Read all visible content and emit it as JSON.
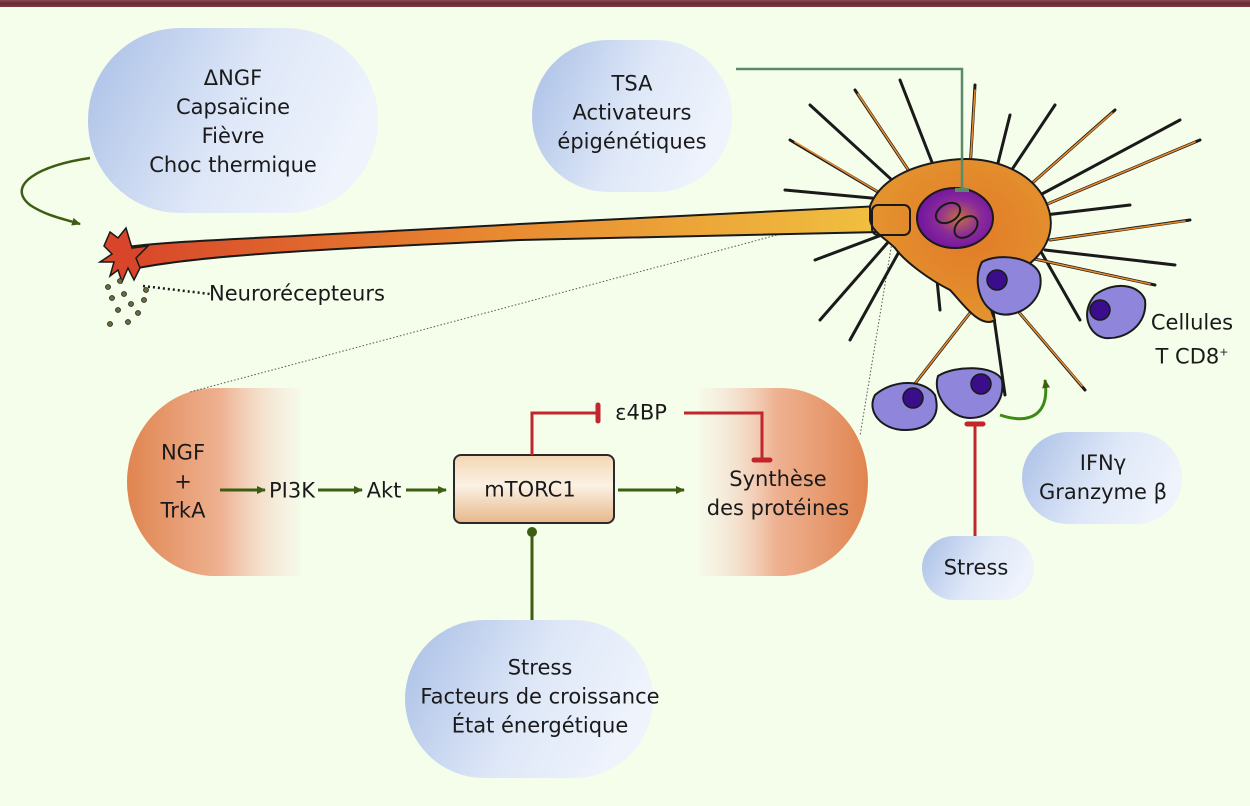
{
  "figure": {
    "description": "Neuron / T CD8+ cell interaction and mTORC1 pathway diagram",
    "colors": {
      "header_bar": "#6a2a35",
      "background": "#f5fdeb",
      "blue_bubble": "#b8cceb",
      "orange_bubble": "#e08a55",
      "activation_arrow": "#3d5e12",
      "inhibition_arrow": "#c0262b",
      "tsa_line": "#5a8a6a",
      "neuron_body": "#e6892a",
      "tcell": "#8f86dc",
      "tcell_nucleus": "#3a0d8a"
    }
  },
  "bubbles": {
    "stimuli": {
      "lines": [
        "ΔNGF",
        "Capsaïcine",
        "Fièvre",
        "Choc thermique"
      ]
    },
    "epigenetic": {
      "lines": [
        "TSA",
        "Activateurs",
        "épigénétiques"
      ]
    },
    "ngf_trka": {
      "lines": [
        "NGF",
        "+",
        "TrkA"
      ]
    },
    "protein_synthesis": {
      "lines": [
        "Synthèse",
        "des protéines"
      ]
    },
    "upstream_signals": {
      "lines": [
        "Stress",
        "Facteurs de croissance",
        "État énergétique"
      ]
    },
    "cytokines": {
      "lines": [
        "IFNγ",
        "Granzyme β"
      ]
    },
    "stress": {
      "lines": [
        "Stress"
      ]
    }
  },
  "pathway": {
    "nodes": [
      "PI3K",
      "Akt",
      "mTORC1",
      "ε4BP"
    ],
    "mtorc1_label": "mTORC1",
    "e4bp_label": "ε4BP",
    "pi3k_label": "PI3K",
    "akt_label": "Akt"
  },
  "labels": {
    "neuroreceptors": "Neurorécepteurs",
    "tcells_line1": "Cellules",
    "tcells_line2": "T CD8",
    "tcells_sup": "+"
  },
  "edges": [
    {
      "from": "stimuli",
      "to": "nerve-terminal",
      "type": "activation"
    },
    {
      "from": "epigenetic",
      "to": "neuron-nucleus",
      "type": "inhibition"
    },
    {
      "from": "NGF+TrkA",
      "to": "PI3K",
      "type": "activation"
    },
    {
      "from": "PI3K",
      "to": "Akt",
      "type": "activation"
    },
    {
      "from": "Akt",
      "to": "mTORC1",
      "type": "activation"
    },
    {
      "from": "mTORC1",
      "to": "ε4BP",
      "type": "inhibition"
    },
    {
      "from": "ε4BP",
      "to": "protein_synthesis",
      "type": "inhibition"
    },
    {
      "from": "mTORC1",
      "to": "protein_synthesis",
      "type": "activation"
    },
    {
      "from": "upstream_signals",
      "to": "mTORC1",
      "type": "modulation"
    },
    {
      "from": "stress",
      "to": "tcells",
      "type": "inhibition"
    },
    {
      "from": "tcells",
      "to": "neuron",
      "type": "activation"
    }
  ]
}
